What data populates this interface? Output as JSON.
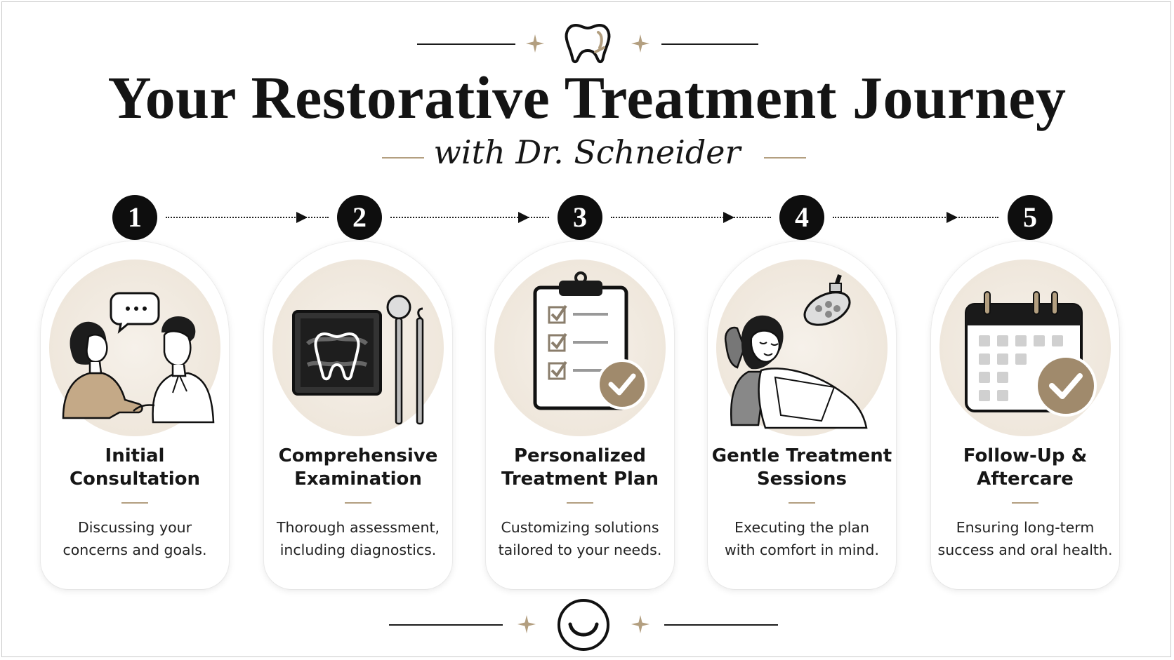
{
  "header": {
    "title": "Your Restorative Treatment Journey",
    "subtitle": "with Dr. Schneider",
    "top_icon": "tooth-icon",
    "bottom_icon": "smile-icon"
  },
  "colors": {
    "accent": "#b39f80",
    "dark": "#0e0e0e",
    "card_bg": "#f1ebe2"
  },
  "steps": [
    {
      "number": "1",
      "title_line1": "Initial",
      "title_line2": "Consultation",
      "desc_line1": "Discussing your",
      "desc_line2": "concerns and goals.",
      "icon": "consultation-people-icon"
    },
    {
      "number": "2",
      "title_line1": "Comprehensive",
      "title_line2": "Examination",
      "desc_line1": "Thorough assessment,",
      "desc_line2": "including diagnostics.",
      "icon": "xray-tools-icon"
    },
    {
      "number": "3",
      "title_line1": "Personalized",
      "title_line2": "Treatment Plan",
      "desc_line1": "Customizing solutions",
      "desc_line2": "tailored to your needs.",
      "icon": "clipboard-checklist-icon"
    },
    {
      "number": "4",
      "title_line1": "Gentle Treatment",
      "title_line2": "Sessions",
      "desc_line1": "Executing the plan",
      "desc_line2": "with comfort in mind.",
      "icon": "patient-chair-icon"
    },
    {
      "number": "5",
      "title_line1": "Follow-Up &",
      "title_line2": "Aftercare",
      "desc_line1": "Ensuring long-term",
      "desc_line2": "success and oral health.",
      "icon": "calendar-check-icon"
    }
  ]
}
